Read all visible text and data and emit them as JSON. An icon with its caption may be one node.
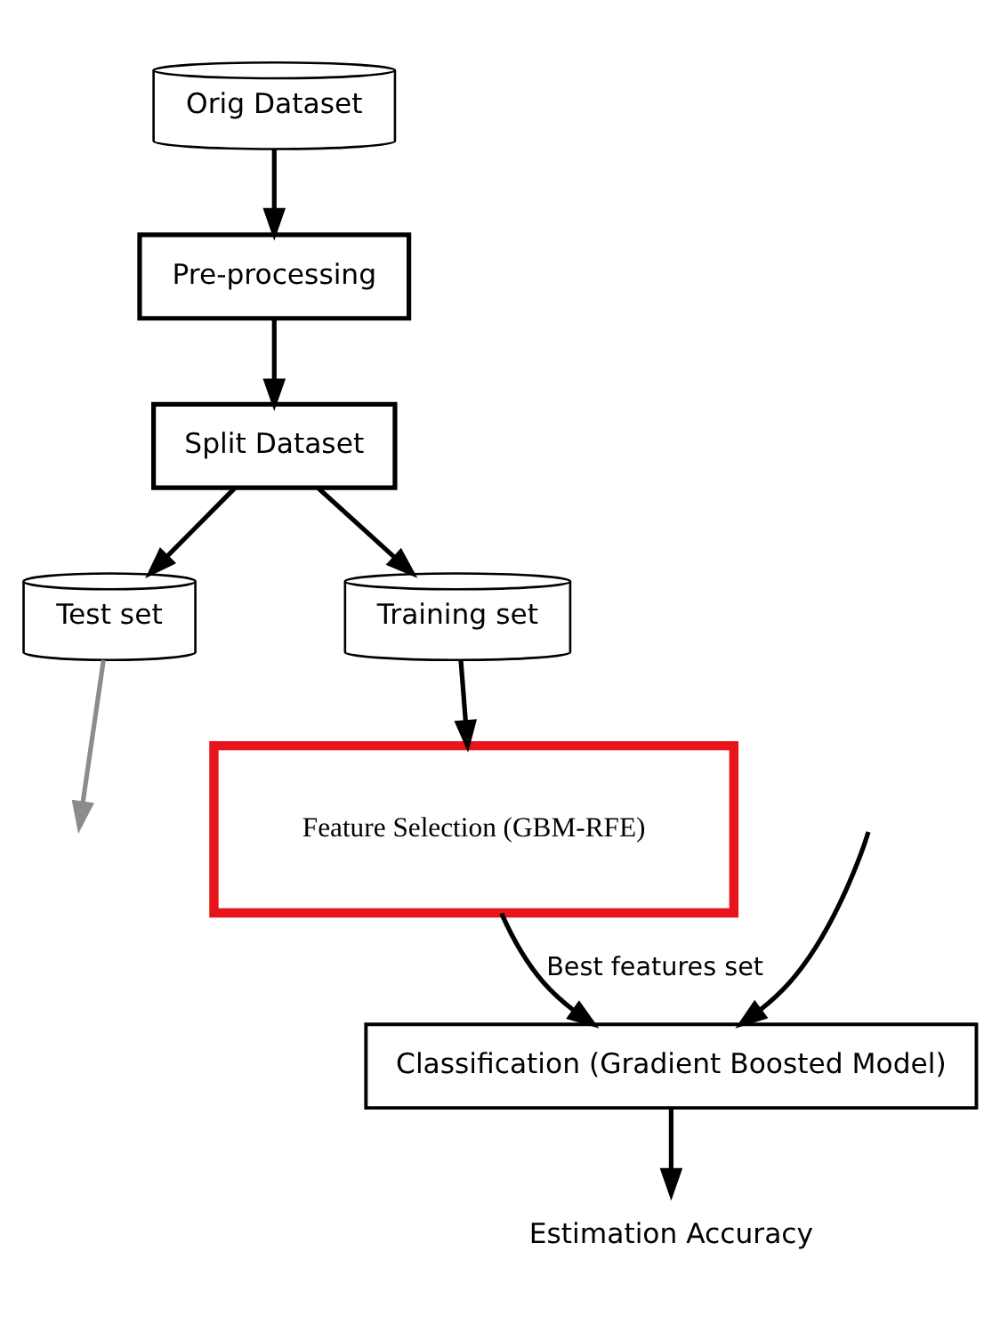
{
  "diagram": {
    "nodes": [
      {
        "text": [
          "Orig Dataset"
        ]
      },
      {
        "text": [
          "Pre-processing"
        ]
      },
      {
        "text": [
          "Split Dataset"
        ]
      },
      {
        "text": [
          "Test set"
        ]
      },
      {
        "text": [
          "Training set"
        ]
      },
      {
        "text": [
          "Feature Selection (GBM-RFE)"
        ]
      },
      {
        "text": [
          "Classification (Gradient Boosted Model)"
        ]
      },
      {
        "text": [
          "Estimation Accuracy"
        ]
      }
    ],
    "edges": [
      {
        "from": 0,
        "to": 1,
        "arrow": "to"
      },
      {
        "from": 1,
        "to": 2,
        "arrow": "to"
      },
      {
        "from": 2,
        "to": 3,
        "arrow": "to"
      },
      {
        "from": 2,
        "to": 4,
        "arrow": "to"
      },
      {
        "from": 4,
        "to": 5,
        "arrow": "to"
      },
      {
        "from": 5,
        "to": 6,
        "arrow": "to",
        "label": "Best features set"
      },
      {
        "from": 3,
        "to": null,
        "arrow": "to",
        "color": "#8c8c8c"
      },
      {
        "from": null,
        "to": 6,
        "arrow": "to"
      },
      {
        "from": 6,
        "to": 7,
        "arrow": "to"
      }
    ]
  }
}
